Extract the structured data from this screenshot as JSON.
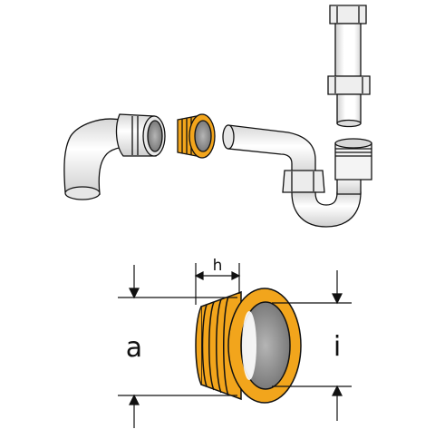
{
  "colors": {
    "seal_orange": "#f2a51c",
    "seal_inner_grey": "#8a8a8a",
    "pipe_fill": "#ffffff",
    "pipe_shade": "#d9d9d9",
    "outline": "#111111"
  },
  "labels": {
    "dim_h": "h",
    "dim_a": "a",
    "dim_i": "i"
  }
}
